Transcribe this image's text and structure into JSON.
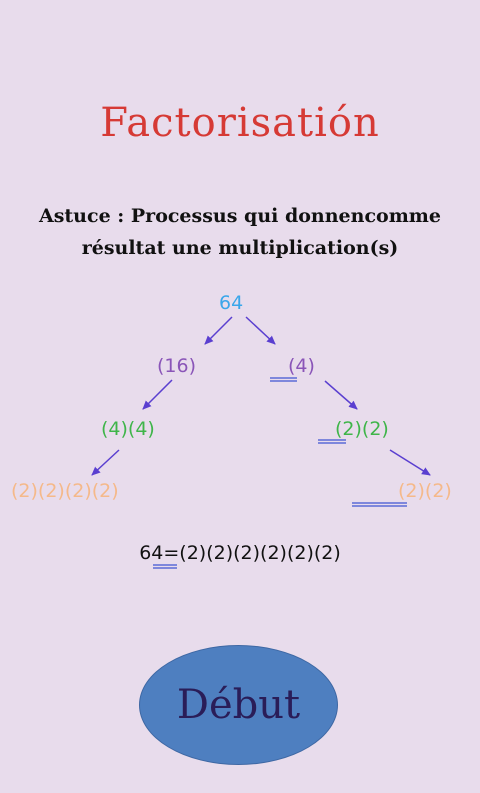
{
  "title": "Factorisatión",
  "hint": {
    "line1": "Astuce : Processus qui donnencomme",
    "line2": "résultat une multiplication(s)"
  },
  "tree": {
    "root": "64",
    "level1_left": "(16)",
    "level1_right": "(4)",
    "level2_left": "(4)(4)",
    "level2_right": "(2)(2)",
    "level3_left": "(2)(2)(2)(2)",
    "level3_right": "(2)(2)"
  },
  "result": "64=(2)(2)(2)(2)(2)(2)",
  "start_button": {
    "label": "Début"
  },
  "colors": {
    "title": "#d63a35",
    "root": "#3aa6ea",
    "level1": "#8a55b8",
    "level2": "#3fb54a",
    "level3": "#f5b98a",
    "arrows": "#5a3fd0",
    "underline": "#5a6bd6",
    "button": "#4e7fc0",
    "button_text": "#2a1d58"
  }
}
